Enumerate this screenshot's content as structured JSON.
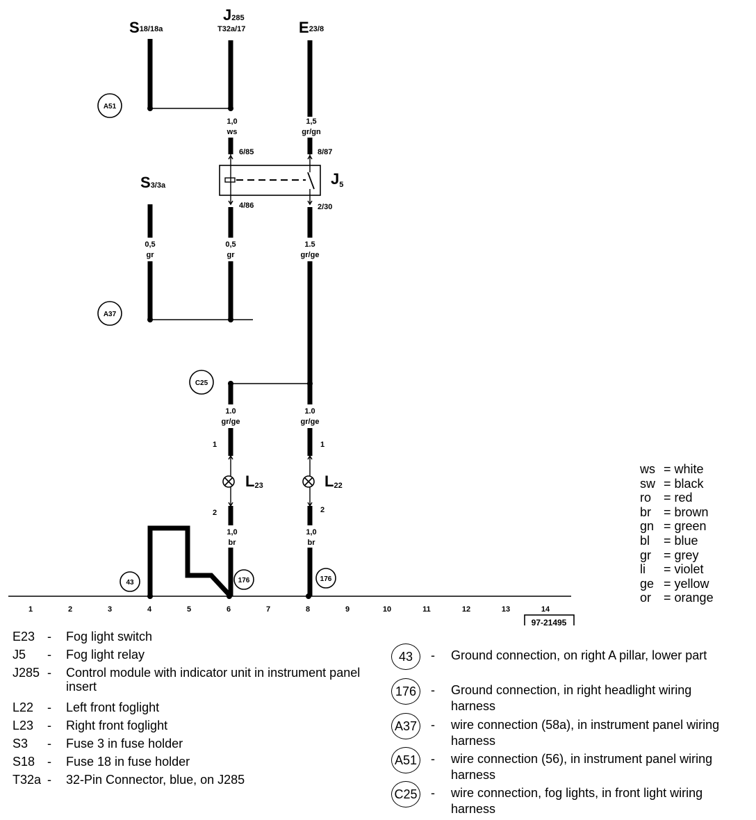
{
  "components": {
    "s18": {
      "main": "S",
      "sub": "18/18a"
    },
    "j285": {
      "main": "J",
      "sub": "285",
      "connector": "T32a/17"
    },
    "e23": {
      "main": "E",
      "sub": "23/8"
    },
    "s3": {
      "main": "S",
      "sub": "3/3a"
    },
    "j5": {
      "main": "J",
      "sub": "5"
    },
    "l23": {
      "main": "L",
      "sub": "23"
    },
    "l22": {
      "main": "L",
      "sub": "22"
    }
  },
  "connections": {
    "a51": "A51",
    "a37": "A37",
    "c25": "C25",
    "g43": "43",
    "g176a": "176",
    "g176b": "176"
  },
  "wires": {
    "j285_top_size": "1,0",
    "j285_top_color": "ws",
    "e23_top_size": "1,5",
    "e23_top_color": "gr/gn",
    "s3_size": "0,5",
    "s3_color": "gr",
    "j5_out_size": "0,5",
    "j5_out_color": "gr",
    "j5_right_out_size": "1.5",
    "j5_right_out_color": "gr/ge",
    "l23_in_size": "1.0",
    "l23_in_color": "gr/ge",
    "l22_in_size": "1.0",
    "l22_in_color": "gr/ge",
    "l23_out_size": "1,0",
    "l23_out_color": "br",
    "l22_out_size": "1,0",
    "l22_out_color": "br"
  },
  "pins": {
    "j5_p6": "6/85",
    "j5_p8": "8/87",
    "j5_p4": "4/86",
    "j5_p2": "2/30",
    "l23_p1": "1",
    "l22_p1": "1",
    "l23_p2": "2",
    "l22_p2": "2"
  },
  "grid": [
    "1",
    "2",
    "3",
    "4",
    "5",
    "6",
    "7",
    "8",
    "9",
    "10",
    "11",
    "12",
    "13",
    "14"
  ],
  "figure_id": "97-21495",
  "color_key": [
    {
      "code": "ws",
      "name": "white"
    },
    {
      "code": "sw",
      "name": "black"
    },
    {
      "code": "ro",
      "name": "red"
    },
    {
      "code": "br",
      "name": "brown"
    },
    {
      "code": "gn",
      "name": "green"
    },
    {
      "code": "bl",
      "name": "blue"
    },
    {
      "code": "gr",
      "name": "grey"
    },
    {
      "code": "li",
      "name": "violet"
    },
    {
      "code": "ge",
      "name": "yellow"
    },
    {
      "code": "or",
      "name": "orange"
    }
  ],
  "legend": [
    {
      "code": "E23",
      "desc": "Fog light switch"
    },
    {
      "code": "J5",
      "desc": "Fog light relay"
    },
    {
      "code": "J285",
      "desc": "Control module with indicator unit in instrument panel insert"
    },
    {
      "code": "L22",
      "desc": "Left front foglight"
    },
    {
      "code": "L23",
      "desc": "Right front foglight"
    },
    {
      "code": "S3",
      "desc": "Fuse 3 in fuse holder"
    },
    {
      "code": "S18",
      "desc": "Fuse 18 in fuse holder"
    },
    {
      "code": "T32a",
      "desc": "32-Pin Connector, blue, on J285"
    }
  ],
  "ground_legend": [
    {
      "id": "43",
      "desc": "Ground connection, on right A pillar, lower part"
    },
    {
      "id": "176",
      "desc": "Ground connection, in right headlight wiring harness"
    },
    {
      "id": "A37",
      "desc": "wire connection (58a), in instrument panel wiring harness"
    },
    {
      "id": "A51",
      "desc": "wire connection (56), in instrument panel wiring harness"
    },
    {
      "id": "C25",
      "desc": "wire connection, fog lights, in front light wiring harness"
    }
  ],
  "dash": "-",
  "eq": "="
}
